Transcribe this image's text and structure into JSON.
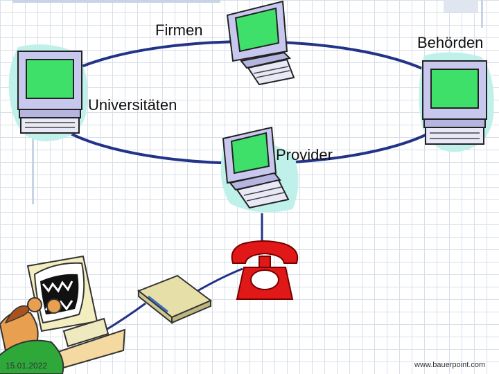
{
  "nodes": {
    "firmen": "Firmen",
    "behoerden": "Behörden",
    "universitaeten": "Universitäten",
    "provider": "Provider"
  },
  "footer": {
    "date": "15.01.2022",
    "url": "www.bauerpoint.com"
  },
  "colors": {
    "screen": "#3ee06a",
    "monitor_body": "#c8c8ee",
    "ring": "#223388",
    "phone": "#e01818",
    "halo": "#bff0ea"
  }
}
